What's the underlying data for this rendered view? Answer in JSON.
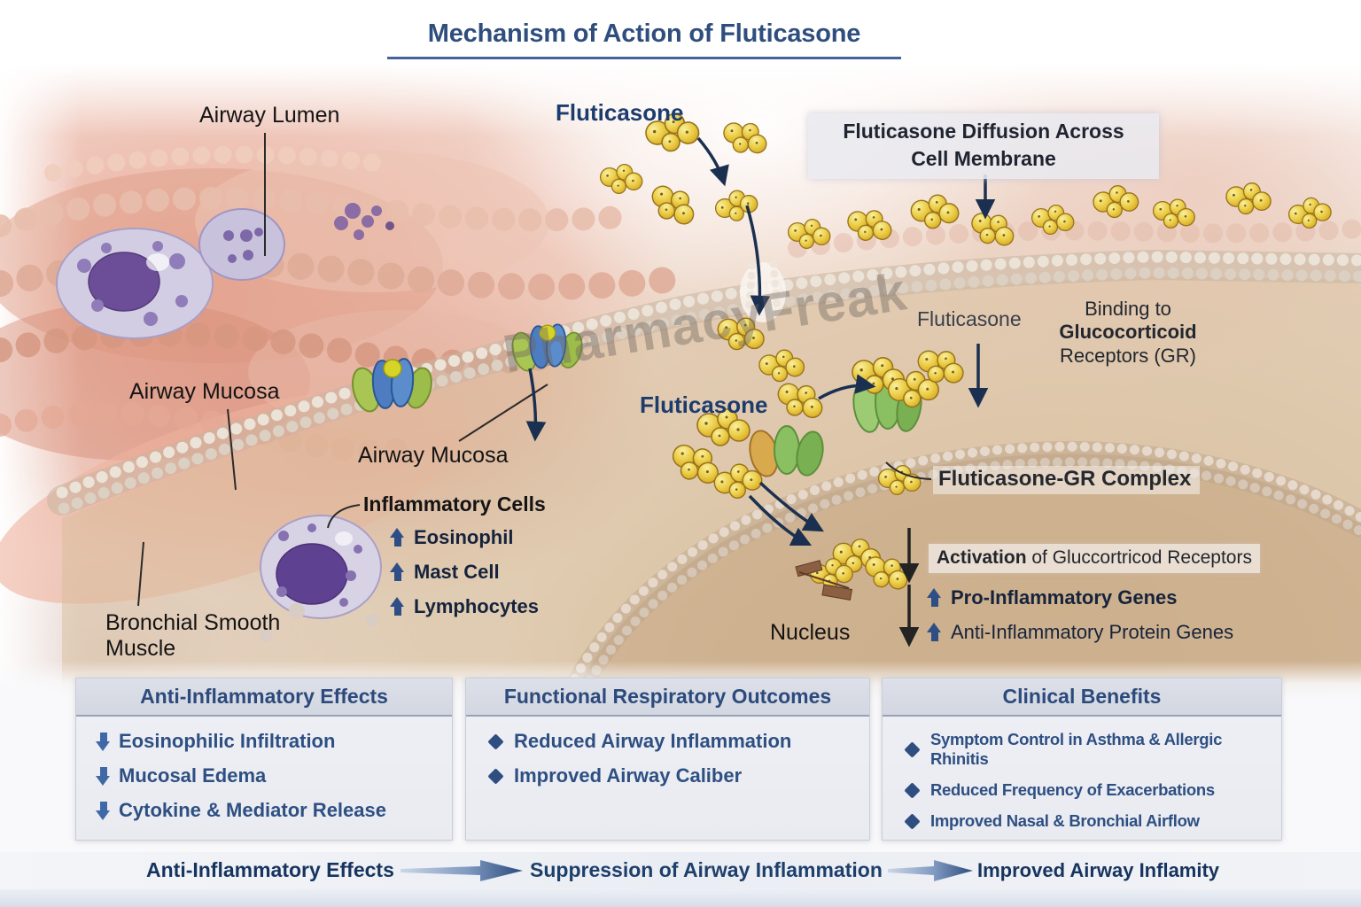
{
  "title": "Mechanism of Action of Fluticasone",
  "watermark": "PharmacyFreak",
  "labels": {
    "airway_lumen": "Airway Lumen",
    "fluticasone_top": "Fluticasone",
    "diffusion": {
      "line1": "Fluticasone Diffusion Across",
      "line2": "Cell Membrane"
    },
    "fluticasone_mid": "Fluticasone",
    "binding": {
      "line1": "Binding to",
      "line2": "Glucocorticoid",
      "line3": "Receptors (GR)"
    },
    "airway_mucosa_left": "Airway Mucosa",
    "airway_mucosa_center": "Airway Mucosa",
    "fluticasone_center": "Fluticasone",
    "flu_gr_complex": "Fluticasone-GR Complex",
    "inflammatory_cells": "Inflammatory Cells",
    "inflammatory_items": [
      "Eosinophil",
      "Mast Cell",
      "Lymphocytes"
    ],
    "bronchial": {
      "line1": "Bronchial Smooth",
      "line2": "Muscle"
    },
    "nucleus": "Nucleus",
    "activation": {
      "bold": "Activation",
      "rest": " of Gluccortricod Receptors"
    },
    "genes": {
      "pro": "Pro-Inflammatory Genes",
      "anti": "Anti-Inflammatory Protein Genes"
    }
  },
  "panels": [
    {
      "title": "Anti-Inflammatory Effects",
      "items": [
        "Eosinophilic Infiltration",
        "Mucosal Edema",
        "Cytokine & Mediator Release"
      ]
    },
    {
      "title": "Functional Respiratory Outcomes",
      "items": [
        "Reduced Airway Inflammation",
        "Improved Airway Caliber"
      ]
    },
    {
      "title": "Clinical Benefits",
      "items": [
        "Symptom Control in Asthma & Allergic Rhinitis",
        "Reduced Frequency of Exacerbations",
        "Improved Nasal & Bronchial Airflow"
      ]
    }
  ],
  "flow": {
    "step1": "Anti-Inflammatory Effects",
    "step2": "Suppression of Airway Inflammation",
    "step3": "Improved Airway Inflamity"
  },
  "colors": {
    "title_blue": "#2f4e7d",
    "label_blue": "#1d3c6e",
    "panel_text_blue": "#2e4f82",
    "arrow_navy": "#1b3050",
    "molecule_yellow": "#ecc944",
    "receptor_green": "#9cbd4a",
    "receptor_blue": "#4d7dc0",
    "tissue_pink": "#e8a68e",
    "cell_tan": "#d7bf9f"
  }
}
